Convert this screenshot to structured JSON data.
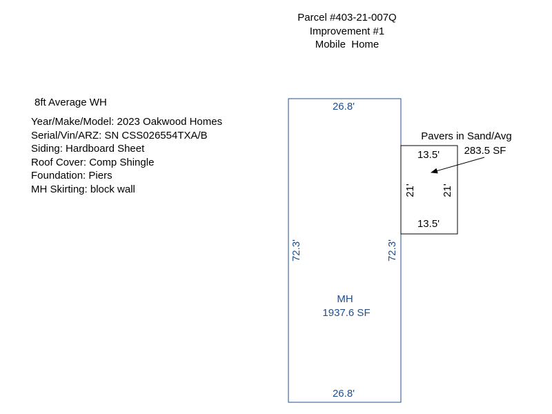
{
  "header": {
    "line1": "Parcel #403-21-007Q",
    "line2": "Improvement #1",
    "line3": "Mobile  Home"
  },
  "notes": {
    "avg_wh": "8ft Average WH",
    "details": [
      "Year/Make/Model: 2023 Oakwood Homes",
      "Serial/Vin/ARZ: SN CSS026554TXA/B",
      "Siding: Hardboard Sheet",
      "Roof Cover: Comp Shingle",
      "Foundation: Piers",
      "MH Skirting: block wall"
    ]
  },
  "mobile_home": {
    "top_dim": "26.8'",
    "bottom_dim": "26.8'",
    "left_dim": "72.3'",
    "right_dim": "72.3'",
    "label": "MH",
    "area": "1937.6 SF",
    "stroke_color": "#1f4e8c"
  },
  "pavers": {
    "title": "Pavers in Sand/Avg",
    "area": "283.5 SF",
    "top_dim": "13.5'",
    "bottom_dim": "13.5'",
    "left_dim": "21'",
    "right_dim": "21'",
    "stroke_color": "#000000"
  }
}
